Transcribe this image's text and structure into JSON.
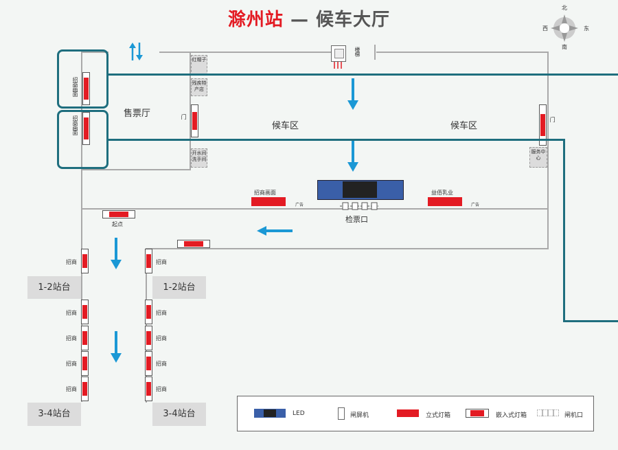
{
  "title": {
    "station": "滁州站",
    "sep": " — ",
    "hall": "候车大厅"
  },
  "compass": {
    "north": "北",
    "south": "南",
    "east": "东",
    "west": "西"
  },
  "areas": {
    "ticket_hall": "售票厅",
    "waiting_left": "候车区",
    "waiting_right": "候车区",
    "ticket_gate": "检票口"
  },
  "service": {
    "stairs": "楼梯",
    "hongmaozi": "红帽子",
    "disabled_seat": "残疾特产店",
    "drinking": "开水间 洗手间",
    "service_desk": "服务中心",
    "left_vertical": "门",
    "right_vertical": "门"
  },
  "ads": {
    "zhaoshang_1": "招商",
    "zhaoshang_2": "招商",
    "zhaoshang_3": "招商",
    "zhaoshang_4": "招商",
    "zhaoshang_5": "招商",
    "zhaoshang_6": "招商",
    "zhaoshang_7": "招商",
    "zhaoshang_8": "招商",
    "zhaoshang_9": "招商",
    "zhaoshang_10": "招商",
    "recruit_screen_left": "招商画面",
    "recruit_screen_right": "招商画面",
    "left_red_label": "招商画面",
    "dairy": "益佰乳业",
    "start": "起点",
    "side_a": "广告",
    "side_b": "广告"
  },
  "platforms": {
    "p12_left": "1-2站台",
    "p12_right": "1-2站台",
    "p34_left": "3-4站台",
    "p34_right": "3-4站台"
  },
  "legend": [
    {
      "key": "led",
      "label": "LED"
    },
    {
      "key": "gate",
      "label": "闸屏机"
    },
    {
      "key": "standing",
      "label": "立式灯箱"
    },
    {
      "key": "embedded",
      "label": "嵌入式灯箱"
    },
    {
      "key": "gate_entry",
      "label": "闸机口"
    }
  ],
  "colors": {
    "red": "#e31b23",
    "arrow": "#1b98d5",
    "callout": "#1e6e7e",
    "led_blue": "#3a5fa8"
  }
}
